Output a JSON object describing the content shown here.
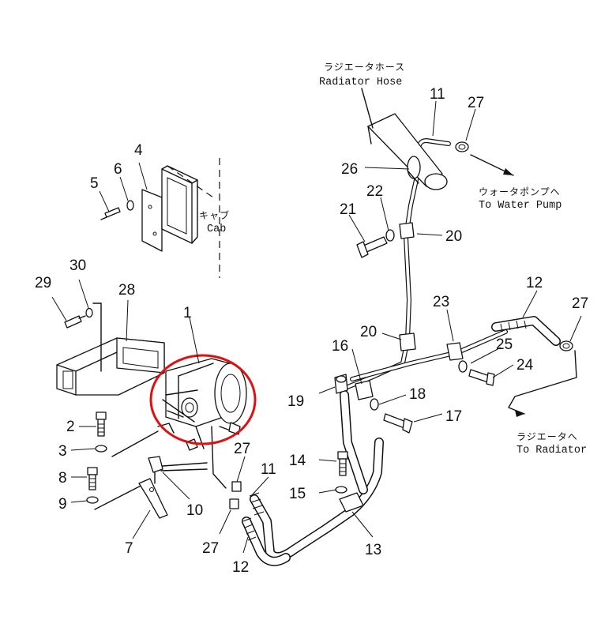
{
  "labels": {
    "radiator_hose_jp": "ラジエータホース",
    "radiator_hose_en": "Radiator Hose",
    "cab_jp": "キャブ",
    "cab_en": "Cab",
    "water_pump_jp": "ウォータポンプへ",
    "water_pump_en": "To Water Pump",
    "radiator_jp": "ラジエータへ",
    "radiator_en": "To Radiator"
  },
  "callouts": {
    "c1": "1",
    "c2": "2",
    "c3": "3",
    "c4": "4",
    "c5": "5",
    "c6": "6",
    "c7": "7",
    "c8": "8",
    "c9": "9",
    "c10": "10",
    "c11_top": "11",
    "c11_bottom": "11",
    "c12_right": "12",
    "c12_bottom": "12",
    "c13": "13",
    "c14": "14",
    "c15": "15",
    "c16": "16",
    "c17": "17",
    "c18": "18",
    "c19": "19",
    "c20_top": "20",
    "c20_mid": "20",
    "c21": "21",
    "c22": "22",
    "c23": "23",
    "c24": "24",
    "c25": "25",
    "c26": "26",
    "c27_top": "27",
    "c27_right": "27",
    "c27_mid": "27",
    "c27_low": "27",
    "c28": "28",
    "c29": "29",
    "c30": "30"
  },
  "colors": {
    "highlight": "#e01010",
    "line": "#111111"
  }
}
